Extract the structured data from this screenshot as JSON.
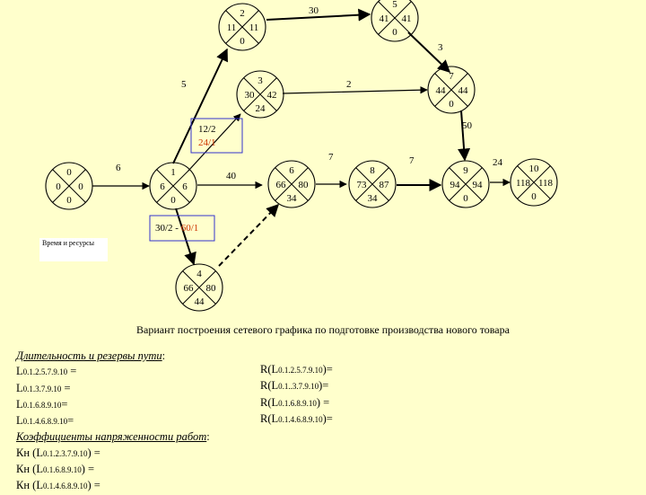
{
  "nodes": [
    {
      "id": "n0",
      "event": "0",
      "early": "0",
      "late": "0",
      "reserve": "0"
    },
    {
      "id": "n1",
      "event": "1",
      "early": "6",
      "late": "6",
      "reserve": "0"
    },
    {
      "id": "n2",
      "event": "2",
      "early": "11",
      "late": "11",
      "reserve": "0"
    },
    {
      "id": "n3",
      "event": "3",
      "early": "30",
      "late": "42",
      "reserve": "24"
    },
    {
      "id": "n4",
      "event": "4",
      "early": "66",
      "late": "80",
      "reserve": "44"
    },
    {
      "id": "n5",
      "event": "5",
      "early": "41",
      "late": "41",
      "reserve": "0"
    },
    {
      "id": "n6",
      "event": "6",
      "early": "66",
      "late": "80",
      "reserve": "34"
    },
    {
      "id": "n7",
      "event": "7",
      "early": "44",
      "late": "44",
      "reserve": "0"
    },
    {
      "id": "n8",
      "event": "8",
      "early": "73",
      "late": "87",
      "reserve": "34"
    },
    {
      "id": "n9",
      "event": "9",
      "early": "94",
      "late": "94",
      "reserve": "0"
    },
    {
      "id": "n10",
      "event": "10",
      "early": "118",
      "late": "118",
      "reserve": "0"
    }
  ],
  "edge_labels": {
    "e01": "6",
    "e12": "5",
    "e25": "30",
    "e57": "3",
    "e37": "2",
    "e79": "50",
    "e16": "40",
    "e68": "7",
    "e89": "7",
    "e910": "24"
  },
  "resource_boxes": {
    "box1_line1": "12/2",
    "box1_line2": "24/1",
    "box2_part1": "30/2 - ",
    "box2_part2": "60/1"
  },
  "resource_label": "Время и ресурсы",
  "caption": "Вариант построения сетевого графика по подготовке производства нового товара",
  "left_lines": [
    {
      "pre": "Длительность и резервы пути",
      "sub": "",
      "post": ":",
      "underline": true
    },
    {
      "pre": "L",
      "sub": "0.1.2.5.7.9.10",
      "post": " =",
      "underline": false
    },
    {
      "pre": "L",
      "sub": "0.1.3.7.9.10",
      "post": " =",
      "underline": false
    },
    {
      "pre": "L",
      "sub": "0.1.6.8.9.10",
      "post": "=",
      "underline": false
    },
    {
      "pre": "L",
      "sub": "0.1.4.6.8.9.10",
      "post": "=",
      "underline": false
    },
    {
      "pre": "Коэффициенты напряженности работ",
      "sub": "",
      "post": ":",
      "underline": true
    },
    {
      "pre": "Кн (L",
      "sub": "0.1.2.3.7.9.10",
      "post": ") =",
      "underline": false
    },
    {
      "pre": "Кн (L",
      "sub": "0.1.6.8.9.10",
      "post": ")  =",
      "underline": false
    },
    {
      "pre": "Кн (L",
      "sub": "0.1.4.6.8.9.10",
      "post": ") =",
      "underline": false
    }
  ],
  "right_lines": [
    {
      "pre": "R(L",
      "sub": "0.1.2.5.7.9.10",
      "post": ")="
    },
    {
      "pre": "R(L",
      "sub": "0.1..3.7.9.10",
      "post": ")="
    },
    {
      "pre": "R(L",
      "sub": "0.1.6.8.9.10",
      "post": ") ="
    },
    {
      "pre": "R(L",
      "sub": "0.1.4.6.8.9.10",
      "post": ")="
    }
  ],
  "colors": {
    "background": "#ffffcc",
    "box_border": "#3333cc",
    "highlight": "#cc3300",
    "line": "#000000"
  }
}
